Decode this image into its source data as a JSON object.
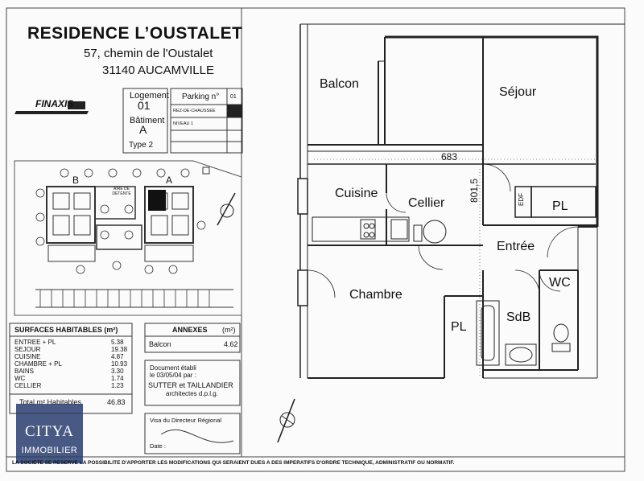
{
  "header": {
    "title": "RESIDENCE L’OUSTALET",
    "address_line1": "57, chemin de l'Oustalet",
    "address_line2": "31140 AUCAMVILLE"
  },
  "logo_text": "FINAXIS",
  "logement": {
    "label": "Logement",
    "number": "01",
    "batiment_label": "Bâtiment",
    "batiment": "A",
    "type": "Type 2"
  },
  "parking": {
    "label": "Parking n°",
    "number": "01",
    "levels": [
      "REZ-DE-CHAUSSEE",
      "NIVEAU 1"
    ]
  },
  "site_plan": {
    "building_labels": [
      "B",
      "A"
    ],
    "play_area": "AIRE DE DETENTE"
  },
  "surfaces": {
    "title": "SURFACES HABITABLES (m²)",
    "rows": [
      {
        "label": "ENTREE + PL",
        "value": "5.38"
      },
      {
        "label": "SEJOUR",
        "value": "19.38"
      },
      {
        "label": "CUISINE",
        "value": "4.87"
      },
      {
        "label": "CHAMBRE + PL",
        "value": "10.93"
      },
      {
        "label": "BAINS",
        "value": "3.30"
      },
      {
        "label": "WC",
        "value": "1.74"
      },
      {
        "label": "CELLIER",
        "value": "1.23"
      }
    ],
    "total_label": "Total m² Habitables",
    "total_value": "46.83"
  },
  "annexes": {
    "title": "ANNEXES",
    "unit": "(m²)",
    "rows": [
      {
        "label": "Balcon",
        "value": "4.62"
      }
    ]
  },
  "document": {
    "line1": "Document établi",
    "line2": "le 03/05/04 par :",
    "architect": "SUTTER et TAILLANDIER",
    "architect_sub": "architectes   d.p.l.g."
  },
  "visa": {
    "label": "Visa du Directeur Régional",
    "date_label": "Date :"
  },
  "watermark": {
    "brand": "CITYA",
    "sub": "IMMOBILIER"
  },
  "footer": "LA SOCIETE SE RESERVE LA POSSIBILITE D'APPORTER LES MODIFICATIONS QUI SERAIENT DUES A DES IMPERATIFS D'ORDRE TECHNIQUE, ADMINISTRATIF OU NORMATIF.",
  "rooms": {
    "balcon": "Balcon",
    "sejour": "Séjour",
    "cuisine": "Cuisine",
    "cellier": "Cellier",
    "edf": "EDF",
    "pl1": "PL",
    "entree": "Entrée",
    "wc": "WC",
    "chambre": "Chambre",
    "pl2": "PL",
    "sdb": "SdB"
  },
  "dimensions": {
    "width": "683",
    "height": "801,5"
  }
}
